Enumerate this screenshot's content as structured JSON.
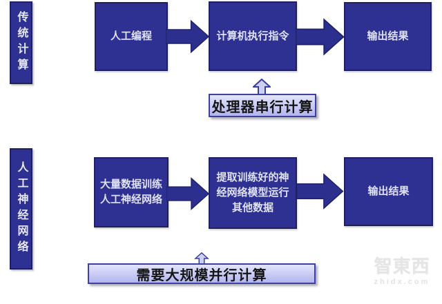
{
  "diagram": {
    "rows": [
      {
        "label": "传统计算",
        "boxes": [
          "人工编程",
          "计算机执行指令",
          "输出结果"
        ],
        "callout": "处理器串行计算"
      },
      {
        "label": "人工神经网络",
        "boxes": [
          "大量数据训练\n人工神经网络",
          "提取训练好的神经网络模型运行其他数据",
          "输出结果"
        ],
        "callout": "需要大规模并行计算"
      }
    ]
  },
  "watermark": {
    "logo": "智東西",
    "domain": "zhidx.com"
  },
  "colors": {
    "node_fill": "#2e3192",
    "node_border": "#1e2060",
    "node_text": "#dfe1f4",
    "banner_fill_light": "#e3e5fc",
    "banner_fill_dark": "#b2b5ee",
    "banner_border": "#3d40a0",
    "banner_text": "#141414",
    "watermark_text": "#e5e5e5"
  }
}
